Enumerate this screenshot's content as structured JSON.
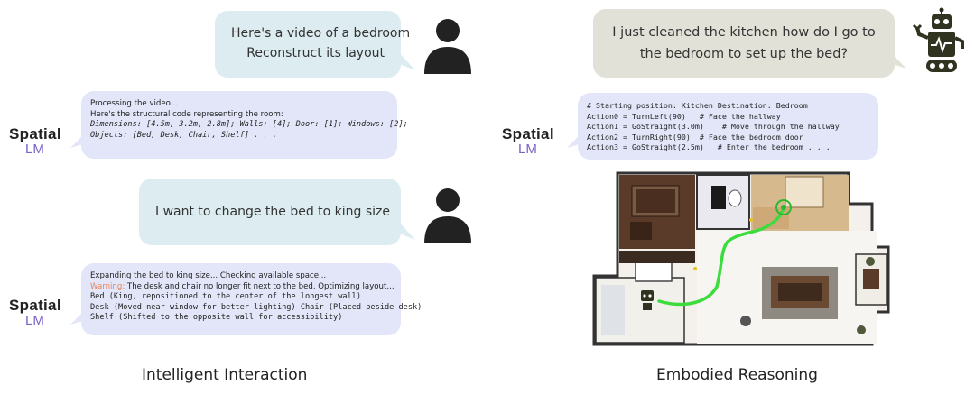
{
  "left": {
    "user1": {
      "line1": "Here's a video of a bedroom",
      "line2": "Reconstruct its layout"
    },
    "lm1": {
      "line1": "Processing the video...",
      "line2": "Here's the structural code representing the room:",
      "line3": "Dimensions: [4.5m, 3.2m, 2.8m]; Walls: [4]; Door: [1]; Windows: [2];",
      "line4": "Objects: [Bed, Desk, Chair, Shelf] . . ."
    },
    "user2": {
      "line1": "I want to change the bed to king size"
    },
    "lm2": {
      "line1": "Expanding the bed to king size... Checking available space...",
      "warning_label": "Warning:",
      "warning_text": " The desk and chair no longer fit next to the bed, Optimizing layout...",
      "line3": "Bed (King, repositioned to the center of the longest wall)",
      "line4": "Desk (Moved near window for better lighting) Chair (Placed beside desk)",
      "line5": "Shelf (Shifted to the opposite wall for accessibility)"
    },
    "caption": "Intelligent Interaction"
  },
  "right": {
    "robot_msg": {
      "line1": "I just cleaned the kitchen how do I go to",
      "line2": "the bedroom to set up the bed?"
    },
    "lm3": {
      "line1": "# Starting position: Kitchen Destination: Bedroom",
      "line2": "Action0 = TurnLeft(90)   # Face the hallway",
      "line3": "Action1 = GoStraight(3.0m)    # Move through the hallway",
      "line4": "Action2 = TurnRight(90)  # Face the bedroom door",
      "line5": "Action3 = GoStraight(2.5m)   # Enter the bedroom . . ."
    },
    "caption": "Embodied Reasoning"
  },
  "logo": {
    "word": "Spatial",
    "sub": "LM"
  },
  "icons": {
    "user": "user-avatar-icon",
    "robot": "robot-icon",
    "floorplan": "floor-plan-image"
  },
  "colors": {
    "user_bubble": "#dcecf0",
    "lm_bubble": "#e2e6f8",
    "robot_bubble": "#e2e1d7",
    "warning": "#e8855b",
    "path": "#3ddc3d",
    "logo_lm": "#7b63c8"
  }
}
